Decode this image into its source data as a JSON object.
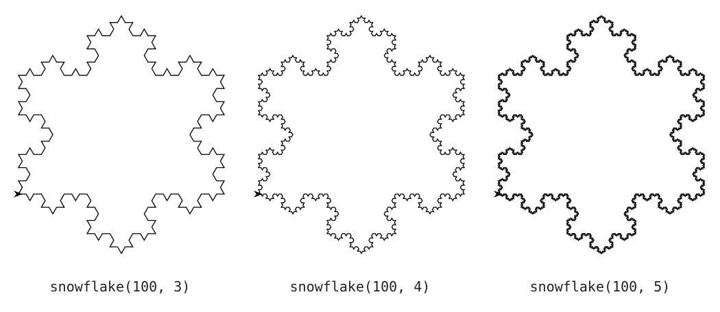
{
  "stroke_color": "#000000",
  "background_color": "#ffffff",
  "flakes": [
    {
      "caption": "snowflake(100, 3)",
      "size": 100,
      "order": 3
    },
    {
      "caption": "snowflake(100, 4)",
      "size": 100,
      "order": 4
    },
    {
      "caption": "snowflake(100, 5)",
      "size": 100,
      "order": 5
    }
  ]
}
